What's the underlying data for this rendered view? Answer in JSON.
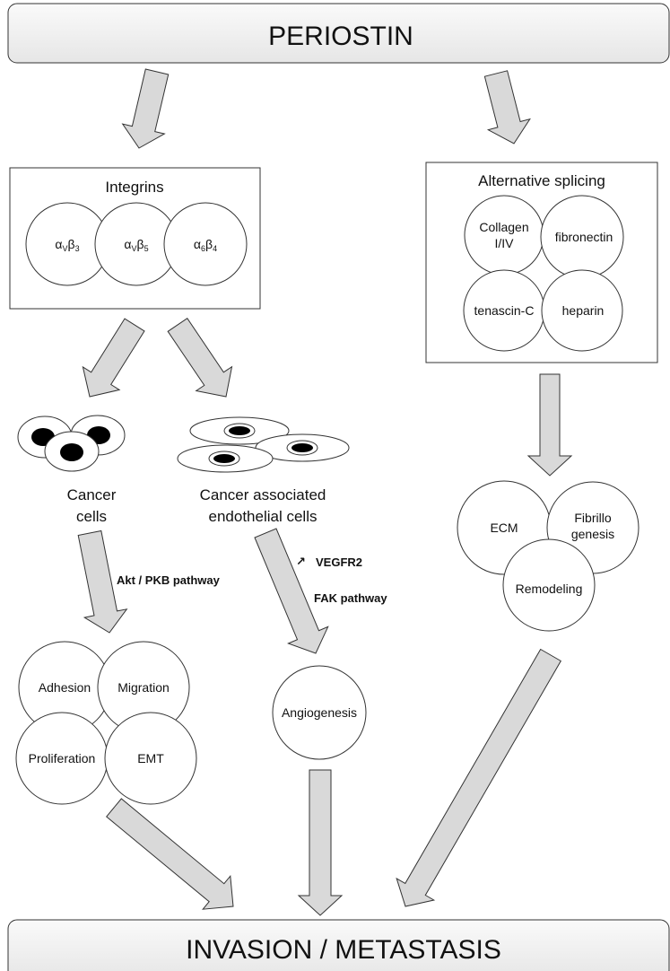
{
  "title": "PERIOSTIN",
  "footer": "INVASION / METASTASIS",
  "integrins": {
    "heading": "Integrins",
    "items": [
      {
        "alpha": "α",
        "asub": "V",
        "beta": "β",
        "bsub": "3"
      },
      {
        "alpha": "α",
        "asub": "V",
        "beta": "β",
        "bsub": "5"
      },
      {
        "alpha": "α",
        "asub": "6",
        "beta": "β",
        "bsub": "4"
      }
    ]
  },
  "splicing": {
    "heading": "Alternative splicing",
    "collagen_line1": "Collagen",
    "collagen_line2": "I/IV",
    "fibronectin": "fibronectin",
    "tenascin": "tenascin-C",
    "heparin": "heparin"
  },
  "cancer_cells": {
    "line1": "Cancer",
    "line2": "cells"
  },
  "endothelial": {
    "line1": "Cancer associated",
    "line2": "endothelial cells"
  },
  "pathways": {
    "akt": "Akt / PKB pathway",
    "vegfr_arrow": "↗",
    "vegfr": "VEGFR2",
    "fak": "FAK pathway"
  },
  "outcomes": {
    "adhesion": "Adhesion",
    "migration": "Migration",
    "proliferation": "Proliferation",
    "emt": "EMT",
    "angiogenesis": "Angiogenesis"
  },
  "ecm": {
    "ecm": "ECM",
    "fibrillo_line1": "Fibrillo",
    "fibrillo_line2": "genesis",
    "remodeling": "Remodeling"
  },
  "colors": {
    "arrow_fill": "#d9d9d9",
    "banner_fill": "#f0f0f0",
    "stroke": "#333333"
  }
}
